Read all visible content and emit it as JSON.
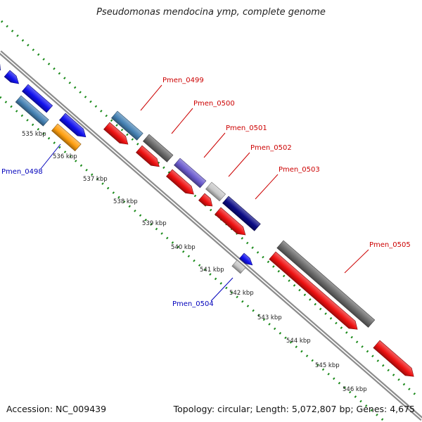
{
  "title": "Pseudomonas mendocina ymp, complete genome",
  "footer": {
    "accession": "Accession: NC_009439",
    "stats": "Topology: circular; Length: 5,072,807 bp; Genes: 4,675"
  },
  "colors": {
    "backbone": "#8c8c8c",
    "ticks": "#1a8a1a",
    "label_forward": "#cc0000",
    "label_reverse": "#0000bb",
    "red": "#ee1111",
    "blue": "#1111ee",
    "steel": "#4682b4",
    "orange": "#ff9f10",
    "dark_gray": "#6a6a6a",
    "light_gray": "#c8c8c8",
    "slate": "#6a5acd",
    "navy": "#0b0b85"
  },
  "scale_ticks": [
    {
      "label": "535 kbp"
    },
    {
      "label": "536 kbp"
    },
    {
      "label": "537 kbp"
    },
    {
      "label": "538 kbp"
    },
    {
      "label": "539 kbp"
    },
    {
      "label": "540 kbp"
    },
    {
      "label": "541 kbp"
    },
    {
      "label": "542 kbp"
    },
    {
      "label": "543 kbp"
    },
    {
      "label": "544 kbp"
    },
    {
      "label": "545 kbp"
    },
    {
      "label": "546 kbp"
    }
  ],
  "gene_labels": [
    {
      "name": "Pmen_0498",
      "strand": "reverse"
    },
    {
      "name": "Pmen_0499",
      "strand": "forward"
    },
    {
      "name": "Pmen_0500",
      "strand": "forward"
    },
    {
      "name": "Pmen_0501",
      "strand": "forward"
    },
    {
      "name": "Pmen_0502",
      "strand": "forward"
    },
    {
      "name": "Pmen_0503",
      "strand": "forward"
    },
    {
      "name": "Pmen_0504",
      "strand": "reverse"
    },
    {
      "name": "Pmen_0505",
      "strand": "forward"
    }
  ]
}
